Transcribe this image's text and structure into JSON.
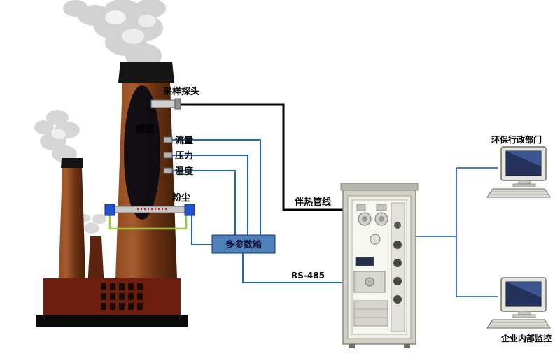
{
  "labels": {
    "sampling_probe": "采样探头",
    "flue_duct": "烟道",
    "flow": "流量",
    "pressure": "压力",
    "temperature": "温度",
    "dust": "粉尘",
    "multi_param_box": "多参数箱",
    "heated_line": "伴热管线",
    "rs485": "RS-485",
    "env_admin_dept": "环保行政部门",
    "enterprise_internal_monitor": "企业内部监控"
  },
  "colors": {
    "signal_line_blue": "#1f66c8",
    "heated_line_black": "#000000",
    "dust_loop_green": "#9acd32",
    "multi_param_box_blue": "#4f81bd",
    "sensor_block_blue": "#2255cc",
    "chimney_brown": "#8a3f1a",
    "dust_beam_red": "#cc2222",
    "cabinet_fill": "#e3e3da"
  },
  "connections": [
    {
      "from": "sampling_probe",
      "to": "analyzer_cabinet",
      "label_key": "heated_line",
      "style": "black-thick"
    },
    {
      "from": "flow_sensor",
      "to": "multi_param_box",
      "style": "blue"
    },
    {
      "from": "pressure_sensor",
      "to": "multi_param_box",
      "style": "blue"
    },
    {
      "from": "temperature_sensor",
      "to": "multi_param_box",
      "style": "blue"
    },
    {
      "from": "dust_monitor",
      "to": "multi_param_box",
      "style": "blue"
    },
    {
      "from": "multi_param_box",
      "to": "analyzer_cabinet",
      "label_key": "rs485",
      "style": "blue"
    },
    {
      "from": "analyzer_cabinet",
      "to": "env_admin_computer",
      "style": "blue"
    },
    {
      "from": "analyzer_cabinet",
      "to": "enterprise_computer",
      "style": "blue"
    }
  ]
}
